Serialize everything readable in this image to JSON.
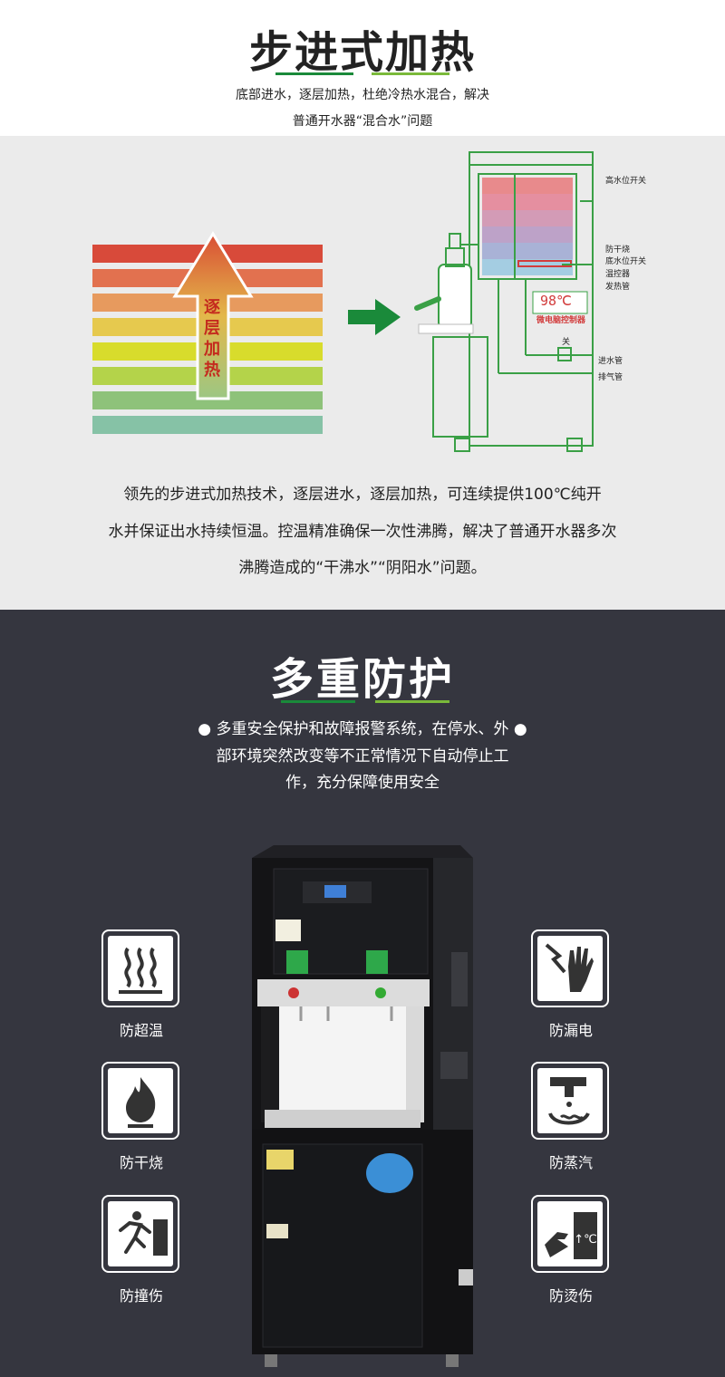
{
  "section1": {
    "title": "步进式加热",
    "subtitle_line1": "底部进水，逐层加热，杜绝冷热水混合，解决",
    "subtitle_line2": "普通开水器“混合水”问题",
    "arrow_text": [
      "逐",
      "层",
      "加",
      "热"
    ],
    "stripe_colors": [
      "#d84a3a",
      "#e2714f",
      "#e79a5e",
      "#e6c94e",
      "#d8dc2c",
      "#b4d34a",
      "#8ec27a",
      "#86c2a6"
    ],
    "diagram_labels": {
      "high_switch": "高水位开关",
      "anti_dry": "防干烧",
      "low_switch": "底水位开关",
      "thermostat": "温控器",
      "heating_tube": "发热管",
      "display": "98℃",
      "controller": "微电脑控制器",
      "valve": "关",
      "inlet": "进水管",
      "exhaust": "排气管"
    },
    "desc_line1": "领先的步进式加热技术，逐层进水，逐层加热，可连续提供100℃纯开",
    "desc_line2": "水并保证出水持续恒温。控温精准确保一次性沸腾，解决了普通开水器多次",
    "desc_line3": "沸腾造成的“干沸水”“阴阳水”问题。"
  },
  "section2": {
    "title": "多重防护",
    "subtitle_line1": "● 多重安全保护和故障报警系统，在停水、外 ●",
    "subtitle_line2": "部环境突然改变等不正常情况下自动停止工",
    "subtitle_line3": "作，充分保障使用安全",
    "features_left": [
      {
        "label": "防超温",
        "icon": "heat-waves-icon"
      },
      {
        "label": "防干烧",
        "icon": "flame-icon"
      },
      {
        "label": "防撞伤",
        "icon": "running-person-icon"
      }
    ],
    "features_right": [
      {
        "label": "防漏电",
        "icon": "electric-hand-icon"
      },
      {
        "label": "防蒸汽",
        "icon": "faucet-steam-icon"
      },
      {
        "label": "防烫伤",
        "icon": "hand-temperature-icon"
      }
    ],
    "colors": {
      "accent_green": "#1a8a3a",
      "accent_light_green": "#7ab93a",
      "background": "#35363f"
    }
  }
}
